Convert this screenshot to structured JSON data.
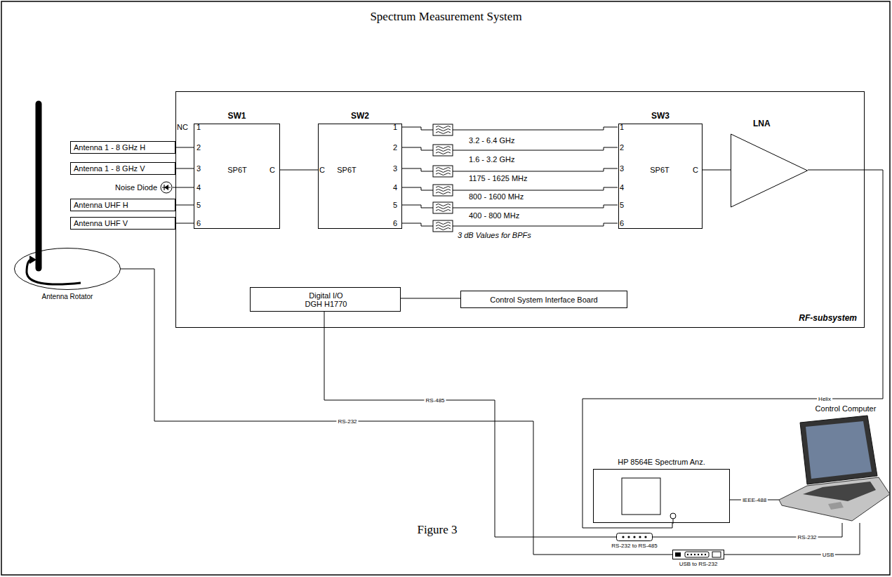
{
  "diagram": {
    "title": "Spectrum Measurement System",
    "caption": "Figure 3",
    "nodes": [
      {
        "text": [
          "RF-subsystem"
        ]
      },
      {
        "text": [
          "SW1",
          "SP6T"
        ],
        "in": 0
      },
      {
        "text": [
          "SW2",
          "SP6T"
        ],
        "in": 0
      },
      {
        "text": [
          "SW3",
          "SP6T"
        ],
        "in": 0
      },
      {
        "text": [
          "LNA"
        ],
        "in": 0
      },
      {
        "text": [
          "Digital I/O DGH H1770"
        ],
        "in": 0
      },
      {
        "text": [
          "Control System Interface Board"
        ],
        "in": 0
      },
      {
        "text": [
          "Antenna 1 - 8 GHz H"
        ]
      },
      {
        "text": [
          "Antenna 1 - 8 GHz V"
        ]
      },
      {
        "text": [
          "Antenna UHF H"
        ]
      },
      {
        "text": [
          "Antenna UHF V"
        ]
      },
      {
        "text": [
          "Noise Diode"
        ]
      },
      {
        "text": [
          "Antenna Rotator"
        ]
      },
      {
        "text": [
          "HP 8564E Spectrum Anz."
        ]
      },
      {
        "text": [
          "Control Computer"
        ]
      },
      {
        "text": [
          "RS-232 to RS-485"
        ]
      },
      {
        "text": [
          "USB to RS-232"
        ]
      }
    ],
    "edges": [
      {
        "from": 7,
        "to": 1,
        "arrow": "none"
      },
      {
        "from": 8,
        "to": 1,
        "arrow": "none"
      },
      {
        "from": 11,
        "to": 1,
        "arrow": "none"
      },
      {
        "from": 9,
        "to": 1,
        "arrow": "none"
      },
      {
        "from": 10,
        "to": 1,
        "arrow": "none"
      },
      {
        "from": 1,
        "to": 2,
        "arrow": "none"
      },
      {
        "from": 3,
        "to": 4,
        "arrow": "none"
      },
      {
        "from": 5,
        "to": 6,
        "arrow": "none"
      },
      {
        "from": 4,
        "to": 13,
        "label": "Helix",
        "arrow": "none"
      },
      {
        "from": 12,
        "to": 16,
        "label": "RS-232",
        "arrow": "none"
      },
      {
        "from": 5,
        "to": 15,
        "label": "RS-485",
        "arrow": "none"
      },
      {
        "from": 15,
        "to": 14,
        "label": "RS-232",
        "arrow": "none"
      },
      {
        "from": 16,
        "to": 14,
        "label": "USB",
        "arrow": "none"
      },
      {
        "from": 13,
        "to": 14,
        "label": "IEEE-488",
        "arrow": "none"
      }
    ],
    "labels": [
      "NC",
      "1",
      "2",
      "3",
      "4",
      "5",
      "6",
      "C",
      "C",
      "1",
      "2",
      "3",
      "4",
      "5",
      "6",
      "1",
      "2",
      "3",
      "4",
      "5",
      "6",
      "C",
      "3.2 - 6.4 GHz",
      "1.6 - 3.2 GHz",
      "1175 - 1625 MHz",
      "800 - 1600 MHz",
      "400 - 800 MHz",
      "3 dB Values for BPFs"
    ]
  }
}
